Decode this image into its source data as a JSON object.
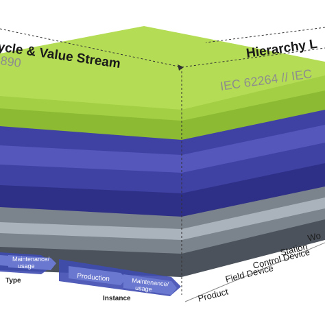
{
  "colors": {
    "green_top": "#b4dd55",
    "green_mid": "#a3cf45",
    "green_dark": "#8cbb33",
    "purple": "#3f41a3",
    "purple_dark": "#2e2f86",
    "purple_light": "#5557bb",
    "gray_light": "#aab2bc",
    "gray_mid": "#7b838d",
    "gray_dark": "#4b525b",
    "arrow_blue": "#3e4bb0",
    "text_dark": "#1a1a1a",
    "text_gray": "#8d8d8d"
  },
  "axes": {
    "left_title": "ycle & Value Stream",
    "left_standard": "890",
    "right_title": "Hierarchy L",
    "right_standard": "IEC 62264 // IEC"
  },
  "hierarchy_levels": [
    "Wo",
    "Station",
    "Control Device",
    "Field Device",
    "Product"
  ],
  "lifecycle": {
    "type_label": "Type",
    "instance_label": "Instance",
    "type_steps": [
      "",
      "Maintenance/\nusage"
    ],
    "instance_steps": [
      "Production",
      "Maintenance/\nusage"
    ]
  }
}
